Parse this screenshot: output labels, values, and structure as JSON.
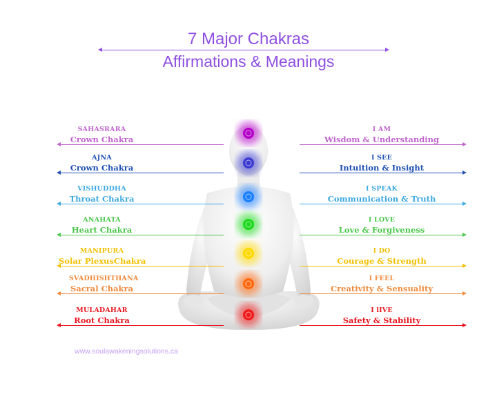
{
  "title": {
    "line1": "7 Major Chakras",
    "line2": "Affirmations & Meanings"
  },
  "website": "www.soulawakeningsolutions.ca",
  "chakras": [
    {
      "sanskrit": "SAHASRARA",
      "name": "Crown Chakra",
      "affirmation": "I AM",
      "meaning": "Wisdom & Understanding",
      "color": "#c065cc",
      "glow": "#b400c8"
    },
    {
      "sanskrit": "AJNA",
      "name": "Crown Chakra",
      "affirmation": "I SEE",
      "meaning": "Intuition & Insight",
      "color": "#1f4fb3",
      "glow": "#3a3ad0"
    },
    {
      "sanskrit": "VISHUDDHA",
      "name": "Throat Chakra",
      "affirmation": "I SPEAK",
      "meaning": "Communication & Truth",
      "color": "#3ca8e0",
      "glow": "#1a80ff"
    },
    {
      "sanskrit": "ANAHATA",
      "name": "Heart Chakra",
      "affirmation": "I LOVE",
      "meaning": "Love & Forgiveness",
      "color": "#4cc74c",
      "glow": "#1ed81e"
    },
    {
      "sanskrit": "MANIPURA",
      "name": "Solar PlexusChakra",
      "affirmation": "I DO",
      "meaning": "Courage & Strength",
      "color": "#f2c000",
      "glow": "#ffd800"
    },
    {
      "sanskrit": "SVADHISHTHANA",
      "name": "Sacral Chakra",
      "affirmation": "I FEEL",
      "meaning": "Creativity & Sensuality",
      "color": "#f08a3c",
      "glow": "#ff6a10"
    },
    {
      "sanskrit": "MULADAHAR",
      "name": "Root Chakra",
      "affirmation": "I lIVE",
      "meaning": "Safety & Stability",
      "color": "#e8141e",
      "glow": "#f01a1a"
    }
  ]
}
